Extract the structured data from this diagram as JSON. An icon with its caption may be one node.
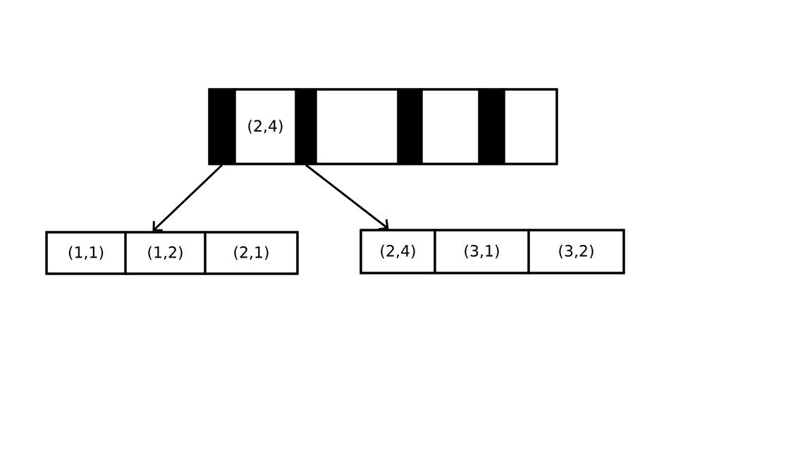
{
  "diagram": {
    "nodes": [
      {
        "text": [],
        "shape": "box"
      },
      {
        "text": [],
        "shape": "bar",
        "in": 0
      },
      {
        "text": [
          "(2,4)"
        ],
        "in": 0
      },
      {
        "text": [],
        "shape": "bar",
        "in": 0
      },
      {
        "text": [],
        "shape": "box",
        "in": 0
      },
      {
        "text": [],
        "shape": "bar",
        "in": 0
      },
      {
        "text": [],
        "shape": "box",
        "in": 0
      },
      {
        "text": [],
        "shape": "bar",
        "in": 0
      },
      {
        "text": [],
        "shape": "box",
        "in": 0
      },
      {
        "text": [],
        "shape": "box"
      },
      {
        "text": [
          "(1,1)"
        ],
        "in": 9
      },
      {
        "text": [
          "(1,2)"
        ],
        "in": 9
      },
      {
        "text": [
          "(2,1)"
        ],
        "in": 9
      },
      {
        "text": [],
        "shape": "box"
      },
      {
        "text": [
          "(2,4)"
        ],
        "in": 13
      },
      {
        "text": [
          "(3,1)"
        ],
        "in": 13
      },
      {
        "text": [
          "(3,2)"
        ],
        "in": 13
      }
    ],
    "edges": [
      {
        "from": 1,
        "to": 9,
        "arrow": "to"
      },
      {
        "from": 3,
        "to": 13,
        "arrow": "to"
      }
    ]
  }
}
